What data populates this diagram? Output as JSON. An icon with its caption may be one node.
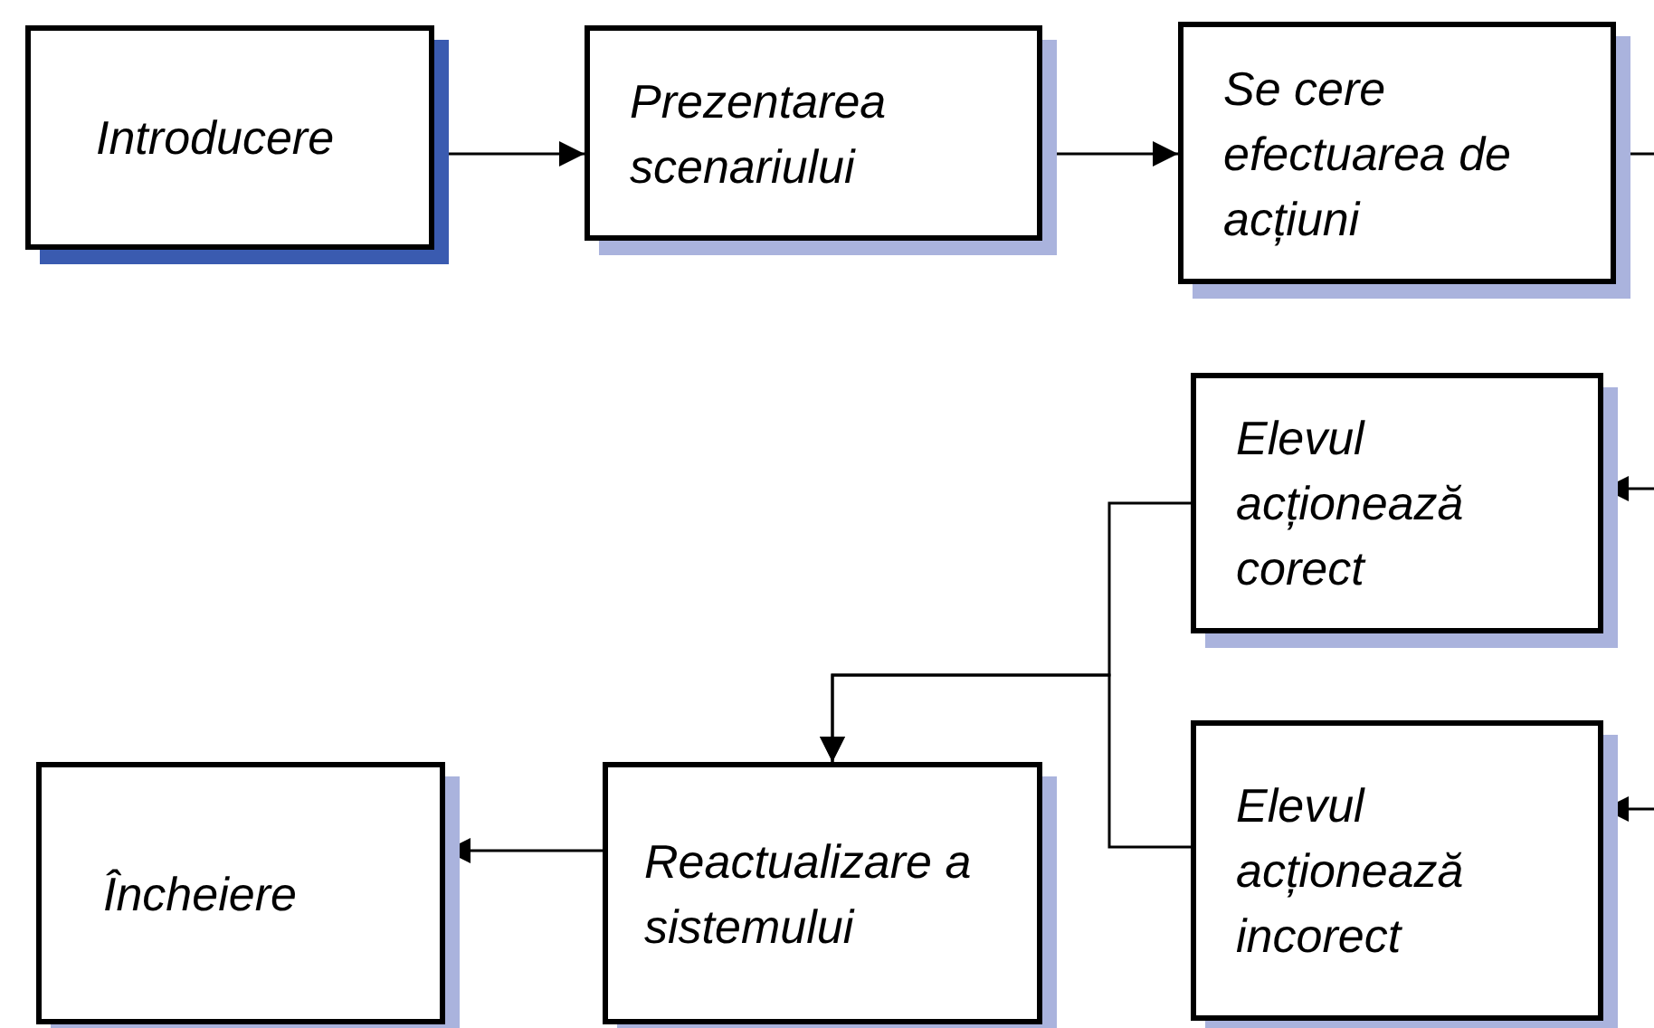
{
  "diagram": {
    "nodes": [
      {
        "text": [
          "Introducere"
        ]
      },
      {
        "text": [
          "Prezentarea scenariului"
        ]
      },
      {
        "text": [
          "Se cere efectuarea de acțiuni"
        ]
      },
      {
        "text": [
          "Elevul acționează corect"
        ]
      },
      {
        "text": [
          "Elevul acționează incorect"
        ]
      },
      {
        "text": [
          "Reactualizare a sistemului"
        ]
      },
      {
        "text": [
          "Încheiere"
        ]
      }
    ],
    "edges": [
      {
        "from": 0,
        "to": 1,
        "arrow": "to"
      },
      {
        "from": 1,
        "to": 2,
        "arrow": "to"
      },
      {
        "from": 2,
        "to": null,
        "arrow": "none"
      },
      {
        "from": null,
        "to": 3,
        "arrow": "to"
      },
      {
        "from": null,
        "to": 4,
        "arrow": "to"
      },
      {
        "from": 3,
        "to": 5,
        "arrow": "to"
      },
      {
        "from": 4,
        "to": 5,
        "arrow": "to"
      },
      {
        "from": 5,
        "to": 6,
        "arrow": "to"
      }
    ]
  }
}
